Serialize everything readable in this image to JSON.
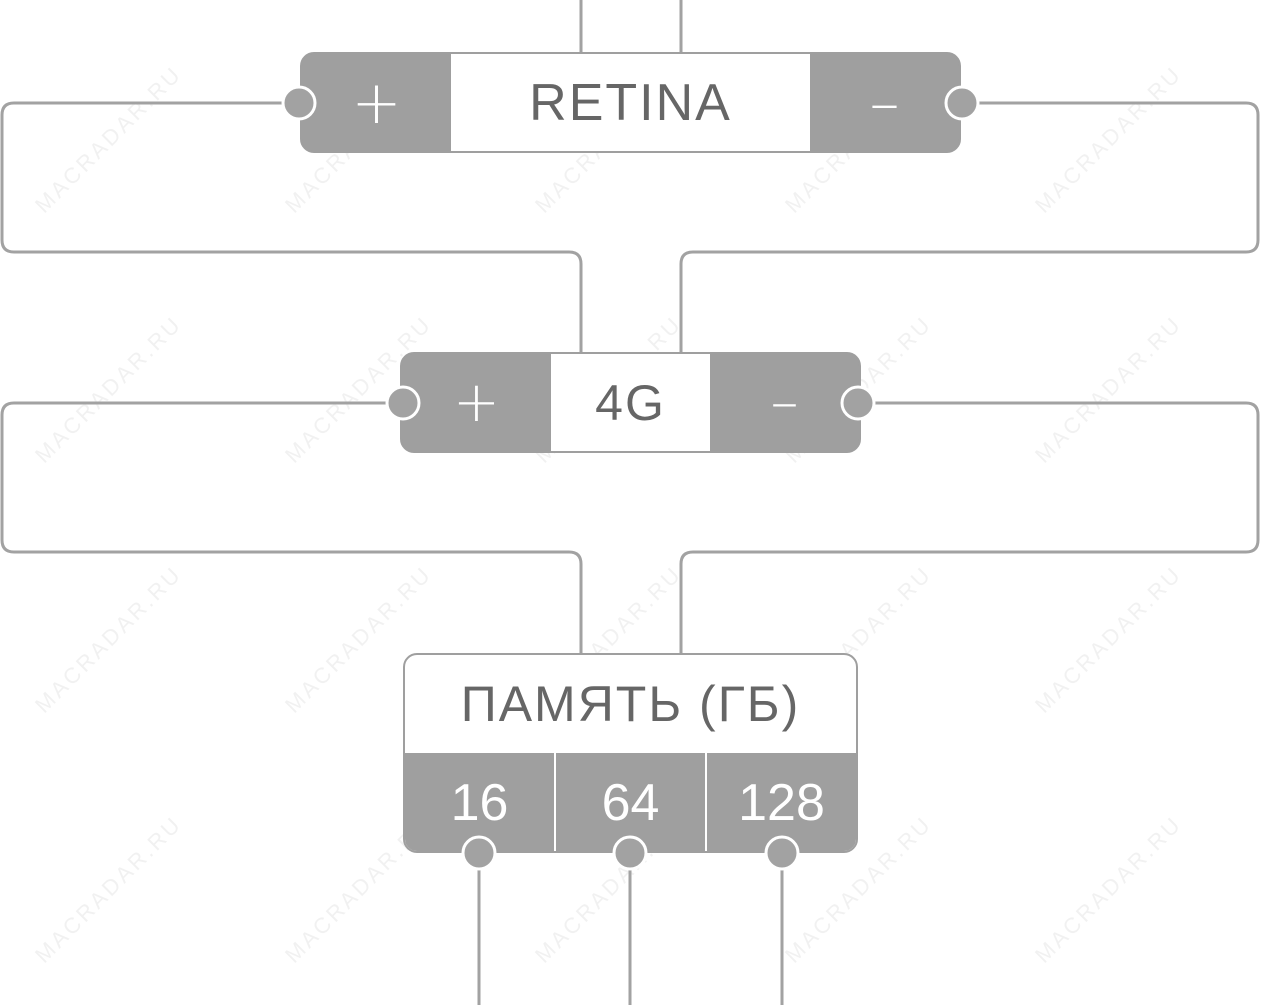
{
  "colors": {
    "wire": "#a2a2a2",
    "block": "#9f9f9f",
    "label_text": "#666666",
    "sign_text": "#ffffff",
    "background": "#ffffff",
    "watermark": "#e9e9e9"
  },
  "nodes": {
    "retina": {
      "plus": "+",
      "label": "RETINA",
      "minus": "–"
    },
    "fourg": {
      "plus": "+",
      "label": "4G",
      "minus": "–"
    },
    "memory": {
      "title": "ПАМЯТЬ (ГБ)",
      "options": [
        "16",
        "64",
        "128"
      ]
    }
  },
  "watermark": "MACRADAR.RU"
}
